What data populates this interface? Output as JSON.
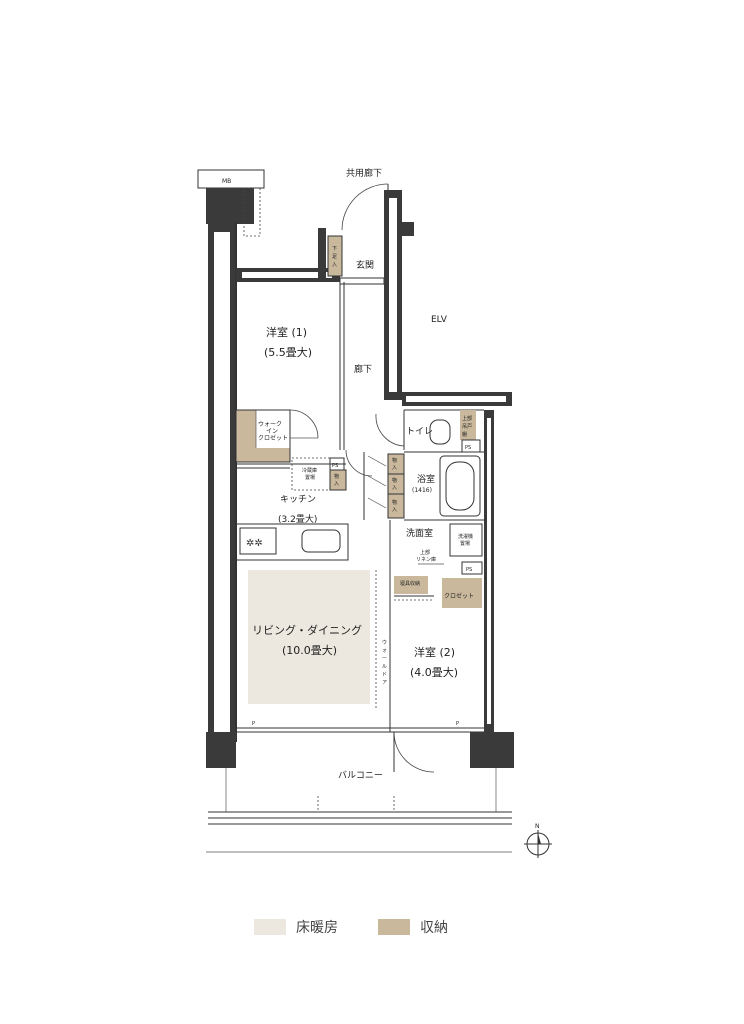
{
  "rooms": {
    "mb": "MB",
    "common_corridor": "共用廊下",
    "entrance": "玄関",
    "shoe_storage": "下足入",
    "elv": "ELV",
    "western1_name": "洋室 (1)",
    "western1_size": "(5.5畳大)",
    "hallway": "廊下",
    "walkin_closet": "ウォーク\nイン\nクロゼット",
    "toilet": "トイレ",
    "toilet_storage": "上部吊戸棚",
    "ps1": "PS",
    "ps2": "PS",
    "ps3": "PS",
    "fridge": "冷蔵庫\n置場",
    "storage_a": "物入",
    "storage_b": "物入",
    "storage_c": "物入",
    "storage_d": "物入",
    "kitchen_name": "キッチン",
    "kitchen_size": "(3.2畳大)",
    "bath_name": "浴室",
    "bath_size": "(1416)",
    "washroom": "洗面室",
    "washer": "洗濯機\n置場",
    "linen": "上部\nリネン庫",
    "tools": "寝具収納",
    "closet": "クロゼット",
    "living_name": "リビング・ダイニング",
    "living_size": "(10.0畳大)",
    "wall_door": "ウォールドア",
    "western2_name": "洋室 (2)",
    "western2_size": "(4.0畳大)",
    "p1": "P",
    "p2": "P",
    "balcony": "バルコニー",
    "north": "N"
  },
  "legend": {
    "floor_heating": "床暖房",
    "storage": "収納"
  },
  "colors": {
    "floor_heating": "#ece7df",
    "storage": "#c9b89c",
    "wall": "#3a3a3a"
  }
}
